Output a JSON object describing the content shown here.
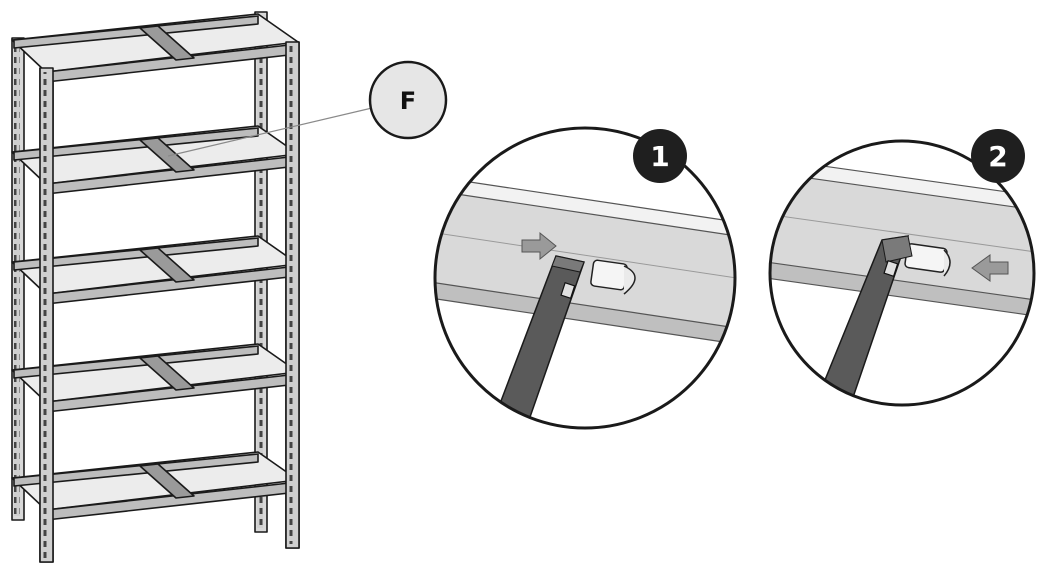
{
  "callout": {
    "letter": "F"
  },
  "steps": [
    {
      "number": "1",
      "arrow": "right-arrow-icon"
    },
    {
      "number": "2",
      "arrow": "left-arrow-icon"
    }
  ],
  "shelves": {
    "levels": 5
  },
  "colors": {
    "frame": "#6e6e6e",
    "frame_light": "#d8d8d8",
    "outline": "#1a1a1a",
    "bar": "#5a5a5a",
    "badge": "#1f1f1f",
    "callout_fill": "#e6e6e6"
  }
}
